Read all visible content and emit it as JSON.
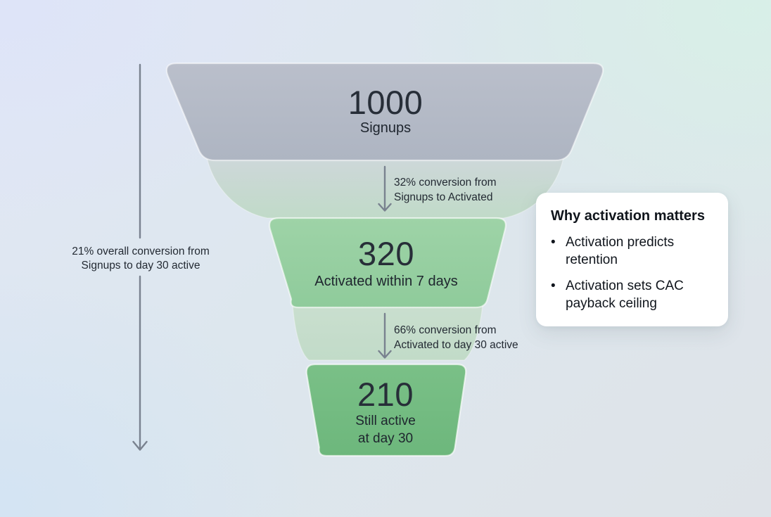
{
  "chart_data": {
    "type": "funnel",
    "title": "",
    "stages": [
      {
        "label": "Signups",
        "value": 1000
      },
      {
        "label": "Activated within 7 days",
        "value": 320
      },
      {
        "label": "Still active at day 30",
        "value": 210
      }
    ],
    "conversion_annotations": [
      "32% conversion from Signups to Activated",
      "66% conversion from Activated to day 30 active",
      "21% overall conversion from Signups to day 30 active"
    ],
    "legend": "none",
    "layout": "vertical-funnel, side note card on right"
  },
  "funnel": {
    "stage1": {
      "value": "1000",
      "label": "Signups"
    },
    "stage2": {
      "value": "320",
      "label": "Activated within 7 days"
    },
    "stage3": {
      "value": "210",
      "label": "Still active\nat day 30"
    },
    "transition1": "32% conversion from\nSignups to Activated",
    "transition2": "66% conversion from\nActivated to day 30 active",
    "overall": "21% overall conversion from\nSignups to day 30 active"
  },
  "card": {
    "title": "Why activation matters",
    "bullets": [
      "Activation predicts retention",
      "Activation sets CAC payback ceiling"
    ],
    "bullet_glyph": "•"
  },
  "colors": {
    "stage1_fill": "#b4bbc7",
    "stage2_fill": "#97cfa0",
    "stage3_fill": "#73bb81",
    "neck_fill": "#c4dbc9",
    "arrow": "#79828f",
    "value_text": "#272e38",
    "card_bg": "#ffffff"
  }
}
